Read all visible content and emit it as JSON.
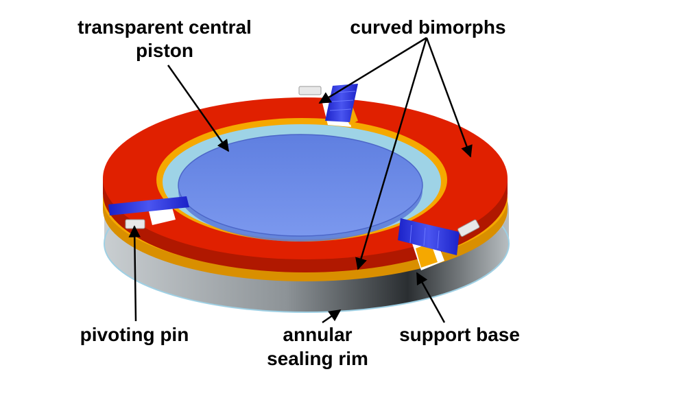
{
  "labels": {
    "piston": [
      "transparent central",
      "piston"
    ],
    "bimorphs": "curved bimorphs",
    "pin": "pivoting pin",
    "rim": [
      "annular",
      "sealing rim"
    ],
    "base": "support base"
  },
  "colors": {
    "background": "#ffffff",
    "bimorph_red": "#e02000",
    "gold_layer": "#f5a800",
    "piston_blue": "#6f8fe8",
    "gap_light_blue": "#9ed3e6",
    "hinge_blue": "#2a35e0",
    "base_gray": "#9aa0a4",
    "pin_white": "#e8e8e8",
    "arrow": "#000000"
  }
}
